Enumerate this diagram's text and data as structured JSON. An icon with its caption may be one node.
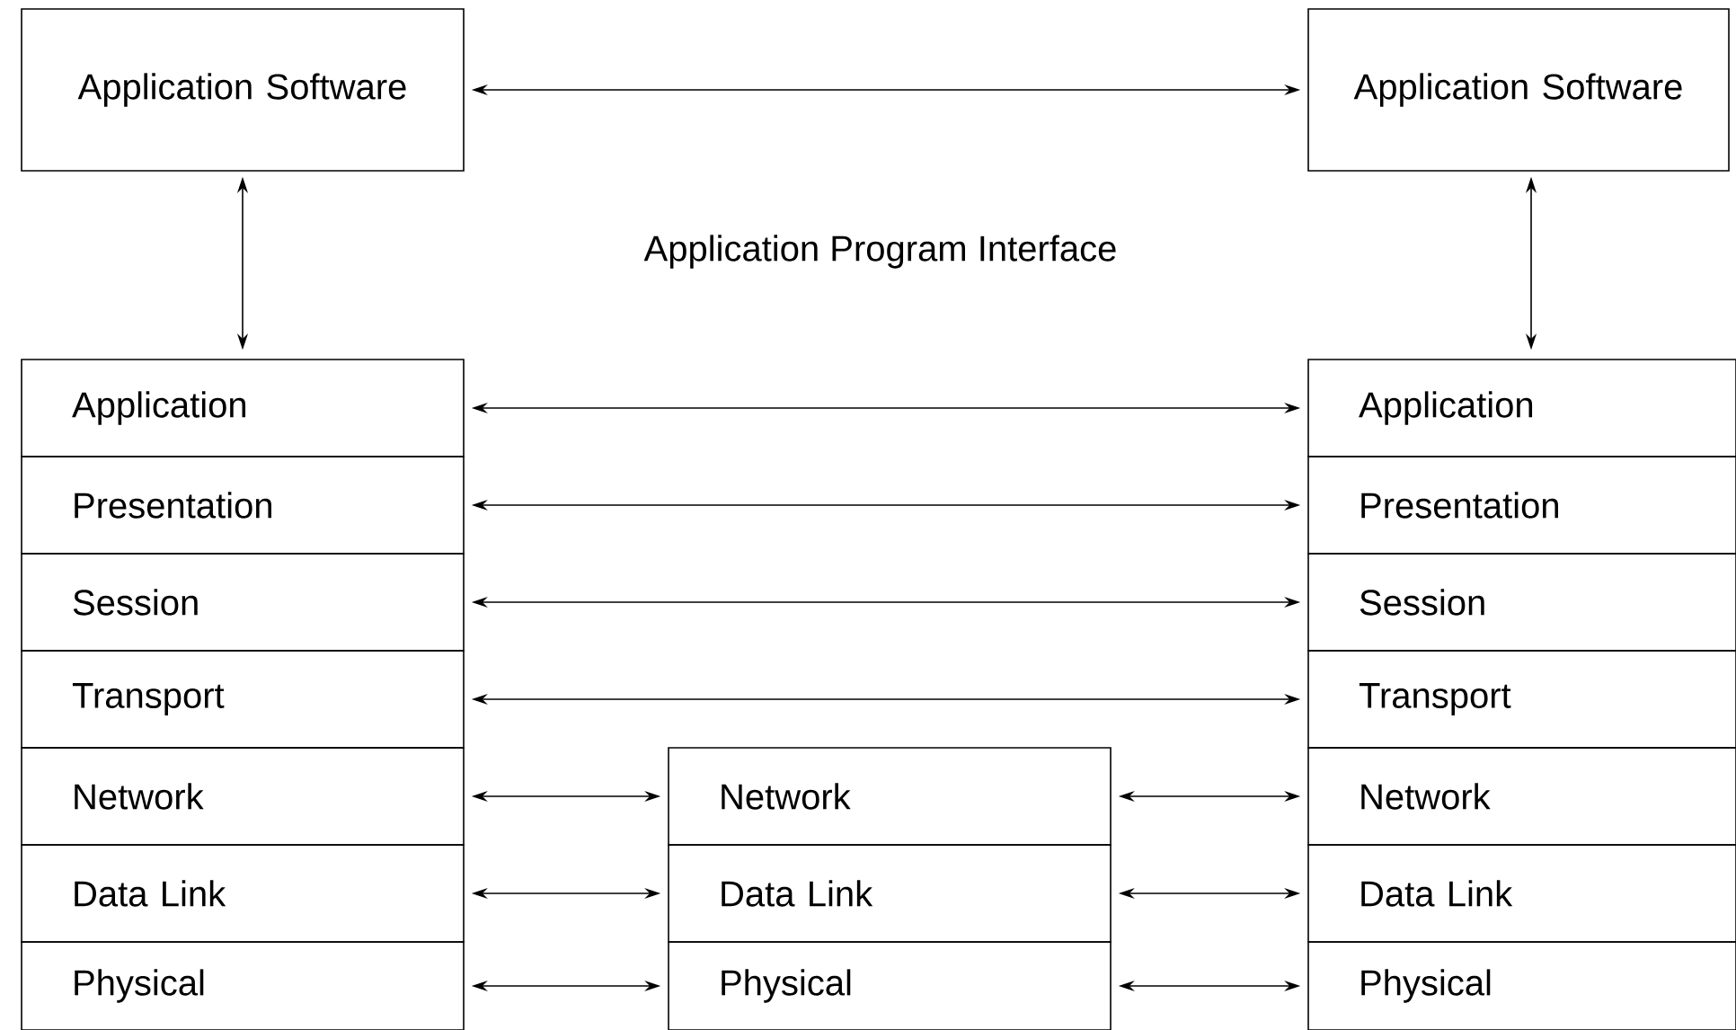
{
  "diagram": {
    "nodes": [
      {
        "text": [
          "Application Software"
        ]
      },
      {
        "text": [
          "Application Software"
        ]
      },
      {
        "text": [
          "Application"
        ]
      },
      {
        "text": [
          "Presentation"
        ]
      },
      {
        "text": [
          "Session"
        ]
      },
      {
        "text": [
          "Transport"
        ]
      },
      {
        "text": [
          "Network"
        ]
      },
      {
        "text": [
          "Data Link"
        ]
      },
      {
        "text": [
          "Physical"
        ]
      },
      {
        "text": [
          "Network"
        ]
      },
      {
        "text": [
          "Data Link"
        ]
      },
      {
        "text": [
          "Physical"
        ]
      },
      {
        "text": [
          "Application"
        ]
      },
      {
        "text": [
          "Presentation"
        ]
      },
      {
        "text": [
          "Session"
        ]
      },
      {
        "text": [
          "Transport"
        ]
      },
      {
        "text": [
          "Network"
        ]
      },
      {
        "text": [
          "Data Link"
        ]
      },
      {
        "text": [
          "Physical"
        ]
      }
    ],
    "edges": [
      {
        "from": 0,
        "to": 1,
        "arrow": "both"
      },
      {
        "from": 0,
        "to": 2,
        "arrow": "both"
      },
      {
        "from": 1,
        "to": 12,
        "arrow": "both"
      },
      {
        "from": 2,
        "to": 12,
        "arrow": "both"
      },
      {
        "from": 3,
        "to": 13,
        "arrow": "both"
      },
      {
        "from": 4,
        "to": 14,
        "arrow": "both"
      },
      {
        "from": 5,
        "to": 15,
        "arrow": "both"
      },
      {
        "from": 6,
        "to": 9,
        "arrow": "both"
      },
      {
        "from": 7,
        "to": 10,
        "arrow": "both"
      },
      {
        "from": 8,
        "to": 11,
        "arrow": "both"
      },
      {
        "from": 9,
        "to": 16,
        "arrow": "both"
      },
      {
        "from": 10,
        "to": 17,
        "arrow": "both"
      },
      {
        "from": 11,
        "to": 18,
        "arrow": "both"
      }
    ],
    "labels": [
      "Application Program Interface"
    ]
  }
}
